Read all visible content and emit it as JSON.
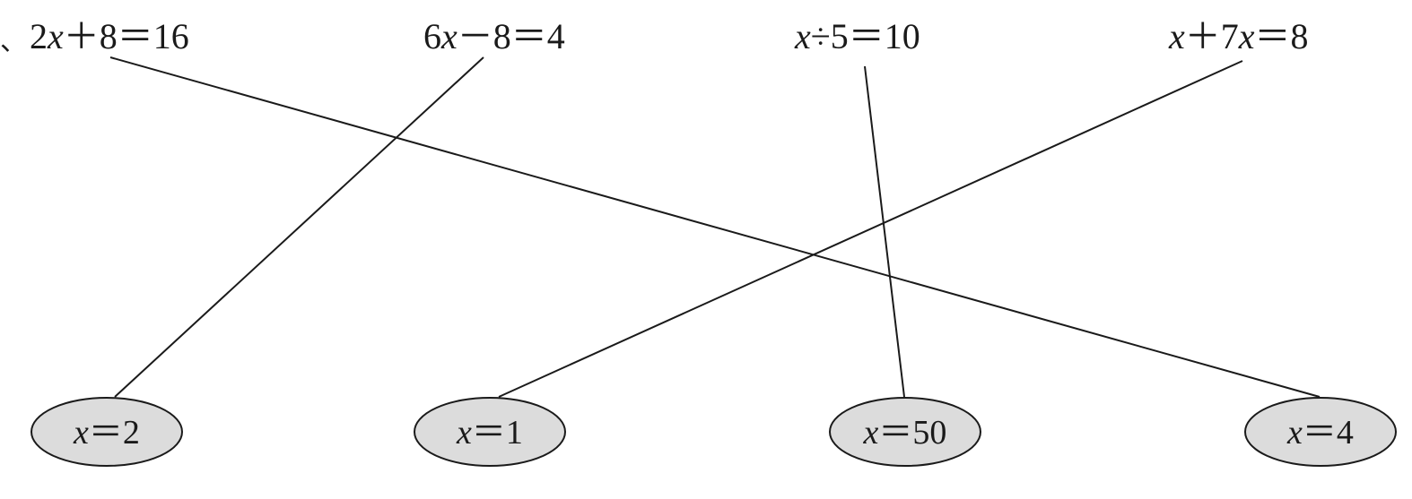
{
  "question_mark": "、",
  "equations": [
    {
      "id": "eq1",
      "parts": [
        {
          "t": "2",
          "i": false
        },
        {
          "t": "x",
          "i": true
        },
        {
          "t": "＋8＝16",
          "i": false
        }
      ]
    },
    {
      "id": "eq2",
      "parts": [
        {
          "t": "6",
          "i": false
        },
        {
          "t": "x",
          "i": true
        },
        {
          "t": "－8＝4",
          "i": false
        }
      ]
    },
    {
      "id": "eq3",
      "parts": [
        {
          "t": "x",
          "i": true
        },
        {
          "t": "÷5＝10",
          "i": false
        }
      ]
    },
    {
      "id": "eq4",
      "parts": [
        {
          "t": "x",
          "i": true
        },
        {
          "t": "＋7",
          "i": false
        },
        {
          "t": "x",
          "i": true
        },
        {
          "t": "＝8",
          "i": false
        }
      ]
    }
  ],
  "answers": [
    {
      "id": "ans1",
      "parts": [
        {
          "t": "x",
          "i": true
        },
        {
          "t": "＝2",
          "i": false
        }
      ]
    },
    {
      "id": "ans2",
      "parts": [
        {
          "t": "x",
          "i": true
        },
        {
          "t": "＝1",
          "i": false
        }
      ]
    },
    {
      "id": "ans3",
      "parts": [
        {
          "t": "x",
          "i": true
        },
        {
          "t": "＝50",
          "i": false
        }
      ]
    },
    {
      "id": "ans4",
      "parts": [
        {
          "t": "x",
          "i": true
        },
        {
          "t": "＝4",
          "i": false
        }
      ]
    }
  ],
  "connections": [
    {
      "from": "eq1",
      "to": "ans4"
    },
    {
      "from": "eq2",
      "to": "ans1"
    },
    {
      "from": "eq3",
      "to": "ans3"
    },
    {
      "from": "eq4",
      "to": "ans2"
    }
  ],
  "colors": {
    "line": "#1a1a1a",
    "bubble_fill": "#dcdcdc"
  }
}
